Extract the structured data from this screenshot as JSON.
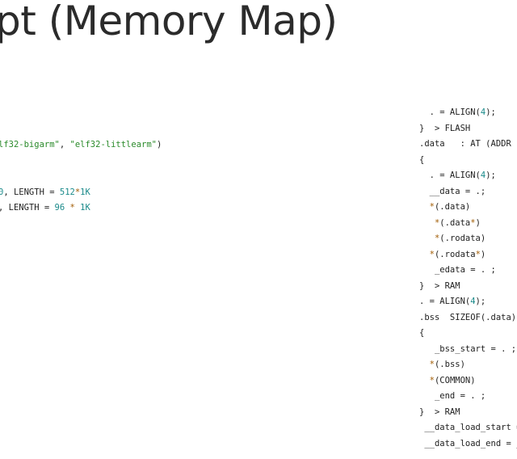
{
  "slide": {
    "title": "pt (Memory Map)"
  },
  "left_code": {
    "lines": [
      [
        {
          "t": "lf32-bigarm\"",
          "c": "str"
        },
        {
          "t": ", ",
          "c": ""
        },
        {
          "t": "\"elf32-littlearm\"",
          "c": "str"
        },
        {
          "t": ")",
          "c": ""
        }
      ],
      [],
      [],
      [
        {
          "t": "0",
          "c": "num"
        },
        {
          "t": ", LENGTH = ",
          "c": ""
        },
        {
          "t": "512",
          "c": "num"
        },
        {
          "t": "*",
          "c": "op"
        },
        {
          "t": "1K",
          "c": "num"
        }
      ],
      [
        {
          "t": ", LENGTH = ",
          "c": ""
        },
        {
          "t": "96",
          "c": "num"
        },
        {
          "t": " * ",
          "c": "op"
        },
        {
          "t": "1K",
          "c": "num"
        }
      ]
    ]
  },
  "right_code": {
    "lines": [
      [
        {
          "t": "  . = ALIGN(",
          "c": ""
        },
        {
          "t": "4",
          "c": "num"
        },
        {
          "t": ");",
          "c": ""
        }
      ],
      [
        {
          "t": "}  > FLASH",
          "c": ""
        }
      ],
      [
        {
          "t": ".data   : AT (ADDR (",
          "c": ""
        }
      ],
      [
        {
          "t": "{",
          "c": ""
        }
      ],
      [
        {
          "t": "  . = ALIGN(",
          "c": ""
        },
        {
          "t": "4",
          "c": "num"
        },
        {
          "t": ");",
          "c": ""
        }
      ],
      [
        {
          "t": "  __data = .;",
          "c": ""
        }
      ],
      [
        {
          "t": "  ",
          "c": ""
        },
        {
          "t": "*",
          "c": "op"
        },
        {
          "t": "(.data)",
          "c": ""
        }
      ],
      [
        {
          "t": "   ",
          "c": ""
        },
        {
          "t": "*",
          "c": "op"
        },
        {
          "t": "(.data",
          "c": ""
        },
        {
          "t": "*",
          "c": "op"
        },
        {
          "t": ")",
          "c": ""
        }
      ],
      [
        {
          "t": "   ",
          "c": ""
        },
        {
          "t": "*",
          "c": "op"
        },
        {
          "t": "(.rodata)",
          "c": ""
        }
      ],
      [
        {
          "t": "  ",
          "c": ""
        },
        {
          "t": "*",
          "c": "op"
        },
        {
          "t": "(.rodata",
          "c": ""
        },
        {
          "t": "*",
          "c": "op"
        },
        {
          "t": ")",
          "c": ""
        }
      ],
      [
        {
          "t": "   _edata = . ;",
          "c": ""
        }
      ],
      [
        {
          "t": "}  > RAM",
          "c": ""
        }
      ],
      [
        {
          "t": ". = ALIGN(",
          "c": ""
        },
        {
          "t": "4",
          "c": "num"
        },
        {
          "t": ");",
          "c": ""
        }
      ],
      [
        {
          "t": ".bss  SIZEOF(.data)",
          "c": ""
        }
      ],
      [
        {
          "t": "{",
          "c": ""
        }
      ],
      [
        {
          "t": "   _bss_start = . ;",
          "c": ""
        }
      ],
      [
        {
          "t": "  ",
          "c": ""
        },
        {
          "t": "*",
          "c": "op"
        },
        {
          "t": "(.bss)",
          "c": ""
        }
      ],
      [
        {
          "t": "  ",
          "c": ""
        },
        {
          "t": "*",
          "c": "op"
        },
        {
          "t": "(COMMON)",
          "c": ""
        }
      ],
      [
        {
          "t": "   _end = . ;",
          "c": ""
        }
      ],
      [
        {
          "t": "}  > RAM",
          "c": ""
        }
      ],
      [
        {
          "t": " __data_load_start =",
          "c": ""
        }
      ],
      [
        {
          "t": " __data_load_end = _",
          "c": ""
        }
      ]
    ]
  },
  "colors": {
    "title": "#2b2b2b",
    "code_text": "#1e1e1e",
    "string": "#2a8a2a",
    "number": "#1a8a8a",
    "operator": "#a05a00"
  }
}
